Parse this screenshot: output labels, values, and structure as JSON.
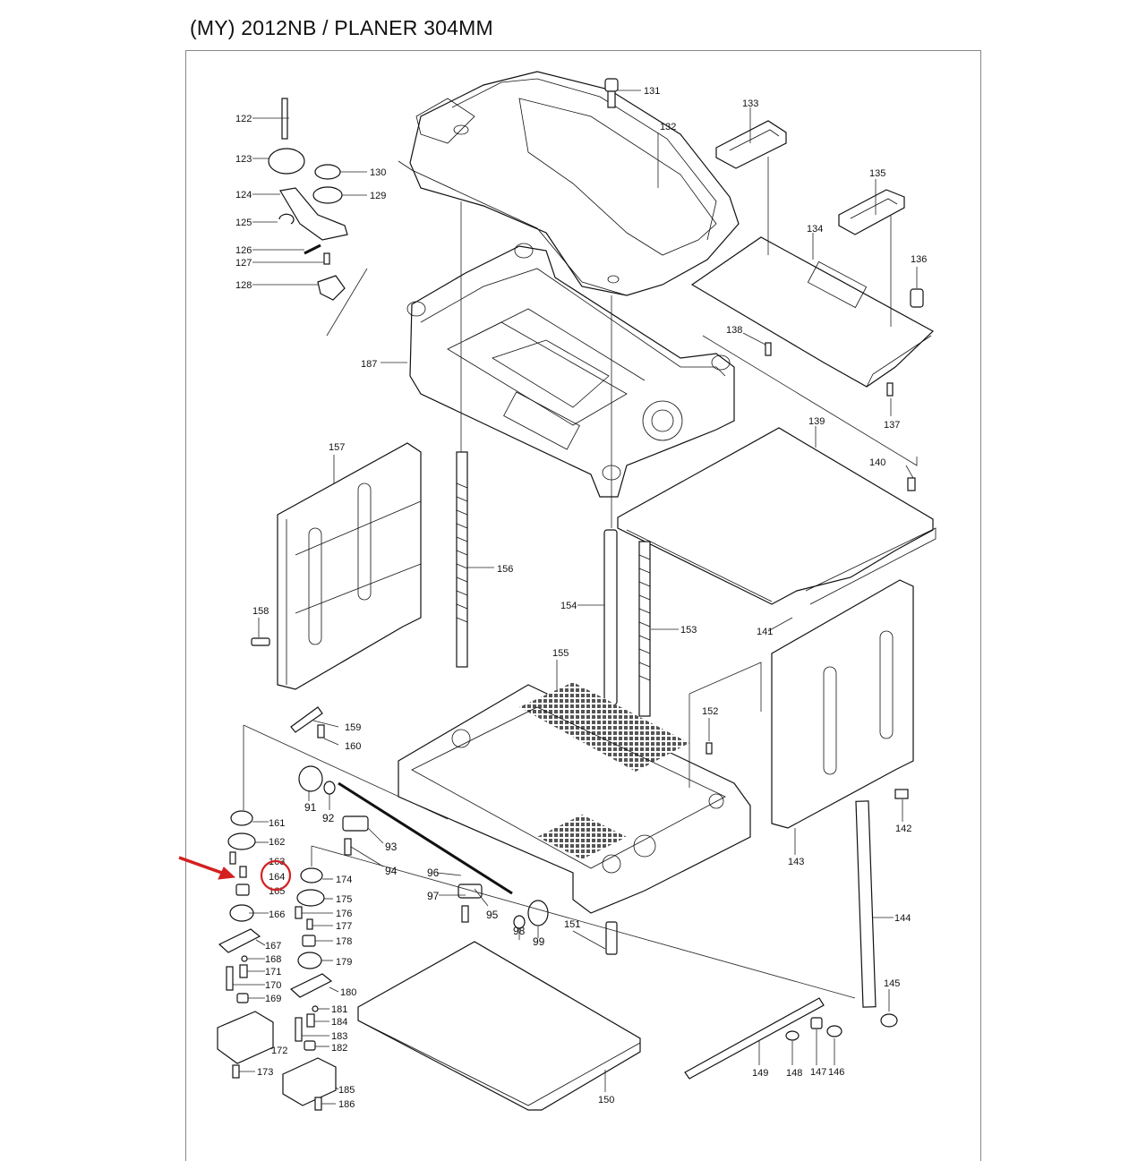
{
  "title": "(MY) 2012NB / PLANER 304MM",
  "highlight": {
    "part": "164",
    "color": "#d42020"
  },
  "labels": {
    "p91": "91",
    "p92": "92",
    "p93": "93",
    "p94": "94",
    "p95": "95",
    "p96": "96",
    "p97": "97",
    "p98": "98",
    "p99": "99",
    "p122": "122",
    "p123": "123",
    "p124": "124",
    "p125": "125",
    "p126": "126",
    "p127": "127",
    "p128": "128",
    "p129": "129",
    "p130": "130",
    "p131": "131",
    "p132": "132",
    "p133": "133",
    "p134": "134",
    "p135": "135",
    "p136": "136",
    "p137": "137",
    "p138": "138",
    "p139": "139",
    "p140": "140",
    "p141": "141",
    "p142": "142",
    "p143": "143",
    "p144": "144",
    "p145": "145",
    "p146": "146",
    "p147": "147",
    "p148": "148",
    "p149": "149",
    "p150": "150",
    "p151": "151",
    "p152": "152",
    "p153": "153",
    "p154": "154",
    "p155": "155",
    "p156": "156",
    "p157": "157",
    "p158": "158",
    "p159": "159",
    "p160": "160",
    "p161": "161",
    "p162": "162",
    "p163": "163",
    "p164": "164",
    "p165": "165",
    "p166": "166",
    "p167": "167",
    "p168": "168",
    "p169": "169",
    "p170": "170",
    "p171": "171",
    "p172": "172",
    "p173": "173",
    "p174": "174",
    "p175": "175",
    "p176": "176",
    "p177": "177",
    "p178": "178",
    "p179": "179",
    "p180": "180",
    "p181": "181",
    "p182": "182",
    "p183": "183",
    "p184": "184",
    "p185": "185",
    "p186": "186",
    "p187": "187"
  }
}
